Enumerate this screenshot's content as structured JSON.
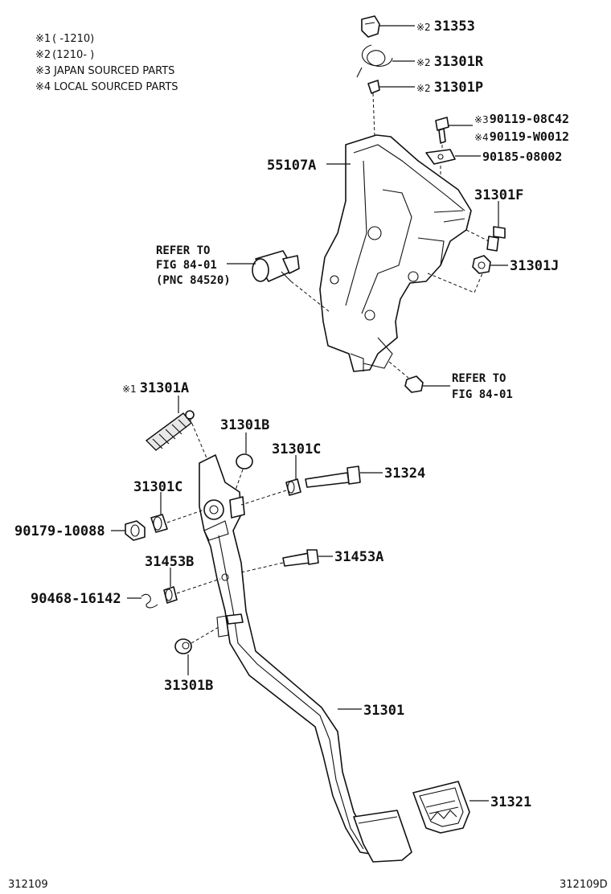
{
  "notes": [
    {
      "mark": "※1",
      "text": "(        -1210)"
    },
    {
      "mark": "※2",
      "text": "(1210-        )"
    },
    {
      "mark": "※3",
      "text": "JAPAN SOURCED PARTS"
    },
    {
      "mark": "※4",
      "text": "LOCAL SOURCED PARTS"
    }
  ],
  "callouts": {
    "p31353": {
      "mark": "※2",
      "number": "31353"
    },
    "p31301R": {
      "mark": "※2",
      "number": "31301R"
    },
    "p31301P": {
      "mark": "※2",
      "number": "31301P"
    },
    "p90119a": {
      "mark": "※3",
      "number": "90119-08C42"
    },
    "p90119b": {
      "mark": "※4",
      "number": "90119-W0012"
    },
    "p90185": {
      "number": "90185-08002"
    },
    "p55107A": {
      "number": "55107A"
    },
    "p31301F": {
      "number": "31301F"
    },
    "p31301J": {
      "number": "31301J"
    },
    "p31301A": {
      "mark": "※1",
      "number": "31301A"
    },
    "p31301B_top": {
      "number": "31301B"
    },
    "p31301C_right": {
      "number": "31301C"
    },
    "p31324": {
      "number": "31324"
    },
    "p31301C_left": {
      "number": "31301C"
    },
    "p90179": {
      "number": "90179-10088"
    },
    "p31453B": {
      "number": "31453B"
    },
    "p31453A": {
      "number": "31453A"
    },
    "p90468": {
      "number": "90468-16142"
    },
    "p31301B_bottom": {
      "number": "31301B"
    },
    "p31301": {
      "number": "31301"
    },
    "p31321": {
      "number": "31321"
    }
  },
  "refer_switch": {
    "line1": "REFER TO",
    "line2": "FIG 84-01",
    "line3": "(PNC 84520)"
  },
  "refer_nut": {
    "line1": "REFER TO",
    "line2": "FIG 84-01"
  },
  "footer": {
    "left": "312109",
    "right": "312109D"
  }
}
